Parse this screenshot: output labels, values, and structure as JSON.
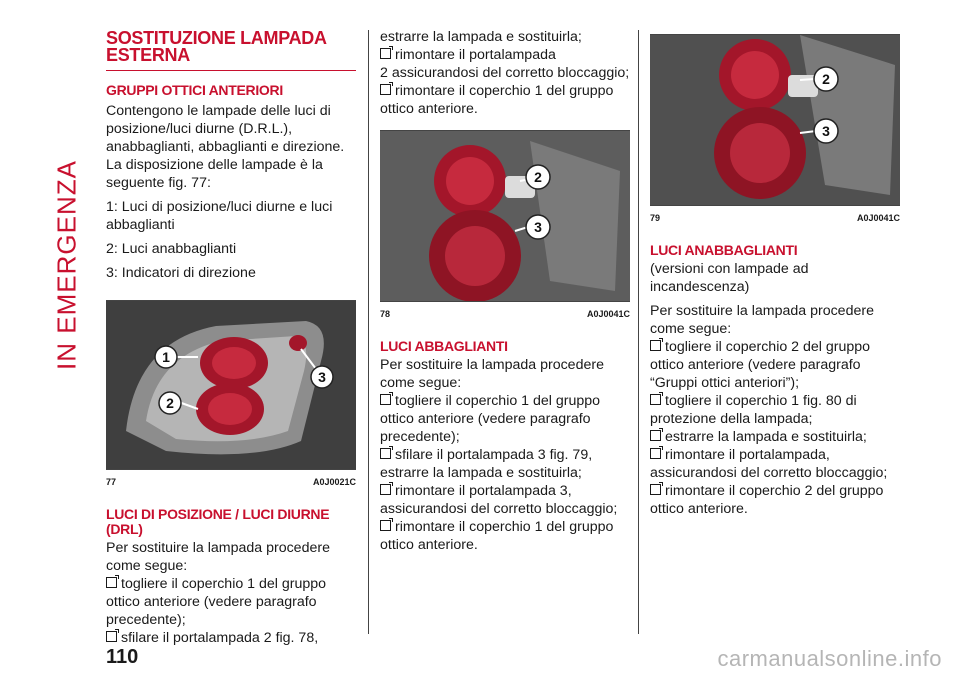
{
  "side_title": "IN EMERGENZA",
  "page_number": "110",
  "watermark": "carmanualsonline.info",
  "col1": {
    "title": "SOSTITUZIONE LAMPADA ESTERNA",
    "section1_title": "GRUPPI OTTICI ANTERIORI",
    "intro": "Contengono le lampade delle luci di posizione/luci diurne (D.R.L.), anabbaglianti, abbaglianti e direzione. La disposizione delle lampade è la seguente fig. 77:",
    "items": [
      "1: Luci di posizione/luci diurne e luci abbaglianti",
      "2: Luci anabbaglianti",
      "3: Indicatori di direzione"
    ],
    "fig77": {
      "number": "77",
      "code": "A0J0021C",
      "labels": [
        "1",
        "2",
        "3"
      ]
    },
    "section2_title": "LUCI DI POSIZIONE / LUCI DIURNE (DRL)",
    "section2_intro": "Per sostituire la lampada procedere come segue:",
    "bullets": [
      "togliere il coperchio 1 del gruppo ottico anteriore (vedere paragrafo precedente);",
      "sfilare il portalampada 2 fig. 78,"
    ]
  },
  "col2": {
    "cont": "estrarre la lampada e sostituirla;",
    "bullet_a": "rimontare il portalampada",
    "cont_a": "2 assicurandosi del corretto bloccaggio;",
    "bullet_b": "rimontare il coperchio 1 del gruppo ottico anteriore.",
    "fig78": {
      "number": "78",
      "code": "A0J0041C",
      "labels": [
        "2",
        "3"
      ]
    },
    "section_title": "LUCI ABBAGLIANTI",
    "section_intro": "Per sostituire la lampada procedere come segue:",
    "bullets": [
      "togliere il coperchio 1 del gruppo ottico anteriore (vedere paragrafo precedente);",
      "sfilare il portalampada 3 fig. 79, estrarre la lampada e sostituirla;",
      "rimontare il portalampada 3, assicurandosi del corretto bloccaggio;",
      "rimontare il coperchio 1 del gruppo ottico anteriore."
    ]
  },
  "col3": {
    "fig79": {
      "number": "79",
      "code": "A0J0041C",
      "labels": [
        "2",
        "3"
      ]
    },
    "section_title": "LUCI ANABBAGLIANTI",
    "section_subtitle": "(versioni con lampade ad incandescenza)",
    "section_intro": "Per sostituire la lampada procedere come segue:",
    "bullets": [
      "togliere il coperchio 2 del gruppo ottico anteriore (vedere paragrafo “Gruppi ottici anteriori”);",
      "togliere il coperchio 1 fig. 80 di protezione della lampada;",
      "estrarre la lampada e sostituirla;",
      "rimontare il portalampada, assicurandosi del corretto bloccaggio;",
      "rimontare il coperchio 2 del gruppo ottico anteriore."
    ]
  },
  "colors": {
    "accent": "#c8102e",
    "lamp_red": "#a3162a"
  }
}
